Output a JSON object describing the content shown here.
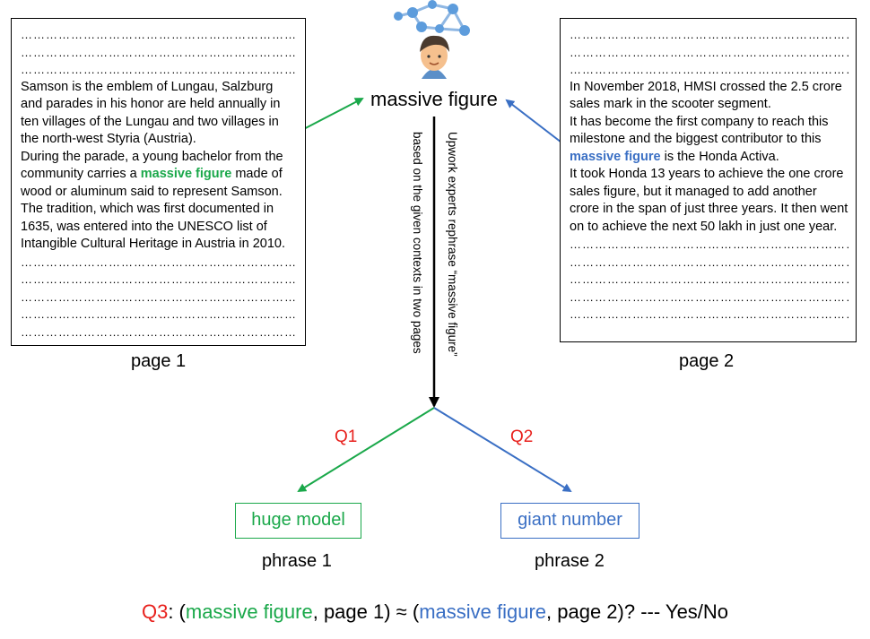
{
  "colors": {
    "green": "#1aa84a",
    "blue": "#3a6fc4",
    "red": "#e8211d",
    "black": "#000000"
  },
  "icon": "person-network-icon",
  "dots_line": "……………………………………………………………………………………",
  "page1": {
    "para_a": "Samson is the emblem of Lungau, Salzburg and parades in his honor are held annually in ten villages of the Lungau and two villages in the north-west Styria (Austria).",
    "para_b_pre": "During the parade, a young bachelor from the community carries a ",
    "para_b_hl": "massive figure",
    "para_b_post": " made of wood or aluminum said to represent Samson.",
    "para_c": "The tradition, which was first documented in 1635, was entered into the UNESCO list of Intangible Cultural Heritage in Austria in 2010.",
    "caption": "page 1"
  },
  "page2": {
    "para_a": "In November 2018, HMSI crossed the 2.5 crore sales mark in the scooter segment.",
    "para_b": "It has become the first company to reach this milestone and the biggest contributor to this ",
    "para_b_hl": "massive figure",
    "para_b_post": " is the Honda Activa.",
    "para_c": "It took Honda 13 years to achieve the one crore sales figure, but it managed to add another crore in the span of just three years. It then went on to achieve the next 50 lakh in just one year.",
    "caption": "page 2"
  },
  "center": {
    "term": "massive figure",
    "vertical_line1": "Upwork experts rephrase “massive figure”",
    "vertical_line2": "based on the given contexts in two pages"
  },
  "q1": "Q1",
  "q2": "Q2",
  "phrase1": {
    "text": "huge model",
    "caption": "phrase 1"
  },
  "phrase2": {
    "text": "giant number",
    "caption": "phrase 2"
  },
  "q3": {
    "label": "Q3",
    "open": ": (",
    "term1": "massive figure",
    "mid1": ", page 1) ≈ (",
    "term2": "massive figure",
    "mid2": ", page 2)? --- Yes/No"
  }
}
